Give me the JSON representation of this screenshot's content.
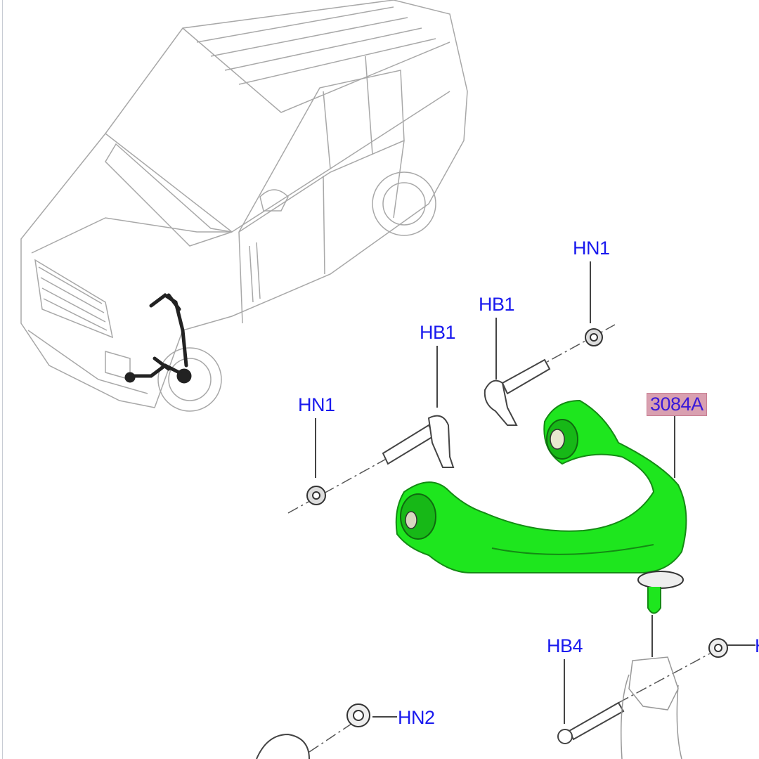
{
  "diagram": {
    "callouts": [
      {
        "id": "hn1-top",
        "label": "HN1"
      },
      {
        "id": "hb1-upper",
        "label": "HB1"
      },
      {
        "id": "hb1-lower",
        "label": "HB1"
      },
      {
        "id": "hn1-left",
        "label": "HN1"
      },
      {
        "id": "part-3084a",
        "label": "3084A"
      },
      {
        "id": "hb4",
        "label": "HB4"
      },
      {
        "id": "hn2",
        "label": "HN2"
      },
      {
        "id": "cut-off",
        "label": "H"
      }
    ],
    "colors": {
      "highlight_part": "#1ee61e",
      "callout_text": "#1a1aee",
      "callout_box": "#d9a0b0",
      "outline": "#9a9a9a"
    }
  }
}
